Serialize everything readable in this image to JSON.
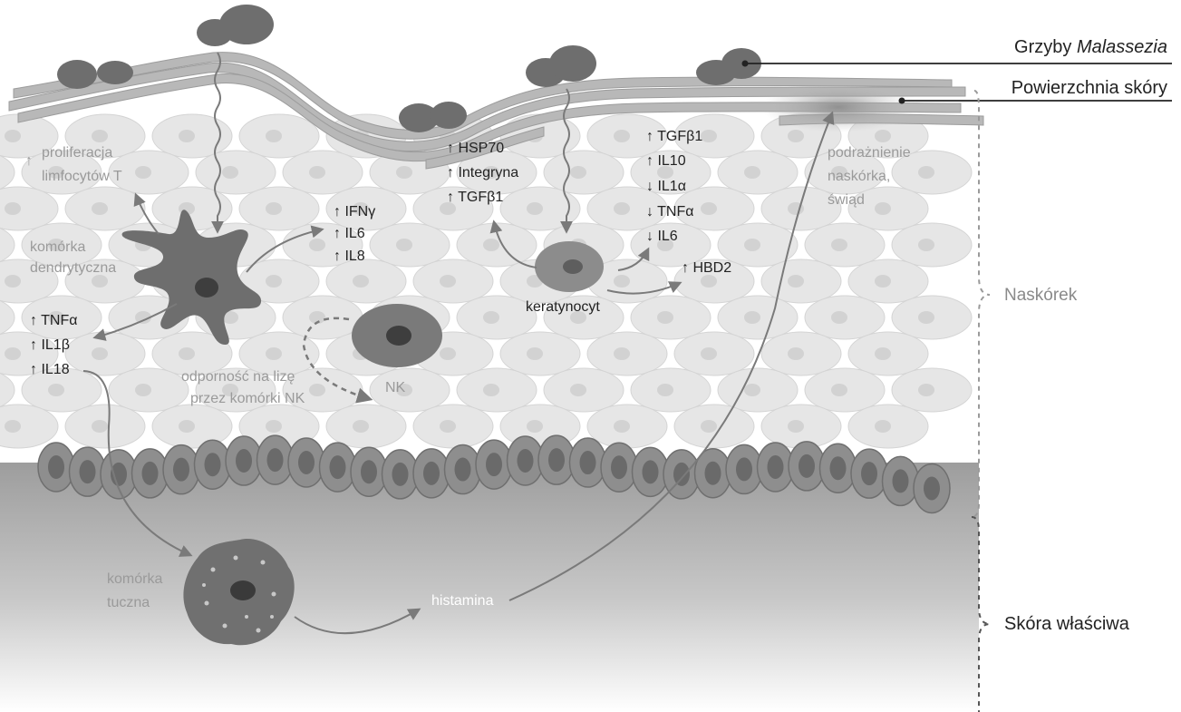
{
  "labels": {
    "malassezia_prefix": "Grzyby ",
    "malassezia_italic": "Malassezia",
    "skin_surface": "Powierzchnia skóry",
    "epidermis": "Naskórek",
    "dermis": "Skóra właściwa",
    "prolif_line1": "proliferacja",
    "prolif_line2": "limfocytów T",
    "dc_line1": "komórka",
    "dc_line2": "dendrytyczna",
    "dc_cytokines": [
      "↑ IFNγ",
      "↑ IL6",
      "↑ IL8"
    ],
    "dc_cytokines_left": [
      "↑ TNFα",
      "↑ IL1β",
      "↑ IL18"
    ],
    "nk_immunity_line1": "odporność na lizę",
    "nk_immunity_line2": "przez komórki NK",
    "nk": "NK",
    "kerat_up": [
      "↑ HSP70",
      "↑ Integryna",
      "↑ TGFβ1"
    ],
    "kerat_right": [
      "↑ TGFβ1",
      "↑ IL10",
      "↓ IL1α",
      "↓ TNFα",
      "↓ IL6"
    ],
    "hbd2": "↑ HBD2",
    "keratinocyte": "keratynocyt",
    "irritation_line1": "podrażnienie",
    "irritation_line2": "naskórka,",
    "irritation_line3": "świąd",
    "mast_line1": "komórka",
    "mast_line2": "tuczna",
    "histamine": "histamina",
    "prolif_arrow": "↑"
  },
  "colors": {
    "fungus": "#6e6e6e",
    "dermis_grey": "#a9a9a9",
    "epidermis_cells": "#e6e6e6",
    "basal_layer": "#8e8e8e",
    "text_dark": "#222222",
    "text_grey": "#9a9a9a"
  }
}
